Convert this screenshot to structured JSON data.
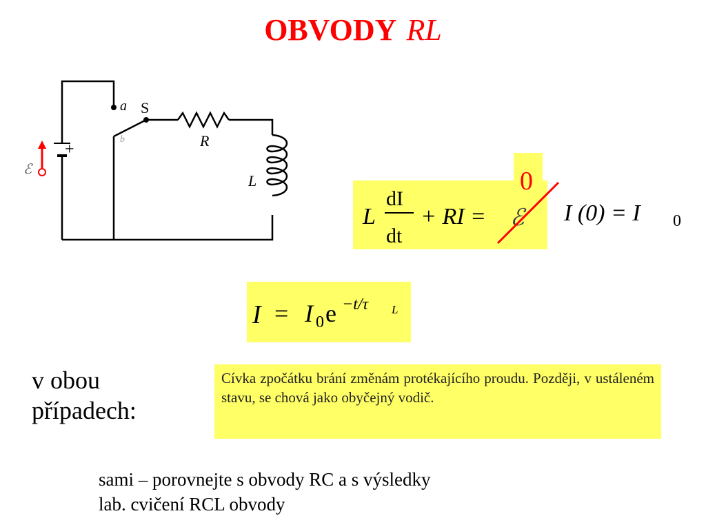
{
  "title": {
    "main": "OBVODY",
    "italic": "RL"
  },
  "circuit": {
    "emf_symbol": "ℰ",
    "plus_sign": "+",
    "node_a": "a",
    "node_b": "b",
    "switch_label": "S",
    "resistor_label": "R",
    "inductor_label": "L"
  },
  "equation1": {
    "L": "L",
    "dI": "dI",
    "dt": "dt",
    "rest": "+ RI =",
    "emf": "ℰ",
    "replacement": "0",
    "initial_condition": "I (0) = I",
    "initial_sub": "0"
  },
  "equation2": {
    "lhs": "I",
    "eq": "=",
    "I0": "I",
    "I0_sub": "0",
    "e": "e",
    "exponent": "−t/τ",
    "exponent_sub": "L"
  },
  "label_both_cases": "v  obou případech:",
  "note": "Cívka zpočátku brání změnám protékajícího proudu. Později, v ustáleném stavu, se chová jako obyčejný vodič.",
  "footer": {
    "line1": "sami – porovnejte s obvody RC a s výsledky",
    "line2": "lab. cvičení RCL obvody"
  },
  "colors": {
    "title": "#ff0000",
    "highlight": "#ffff66",
    "annotation": "#ff0000"
  }
}
